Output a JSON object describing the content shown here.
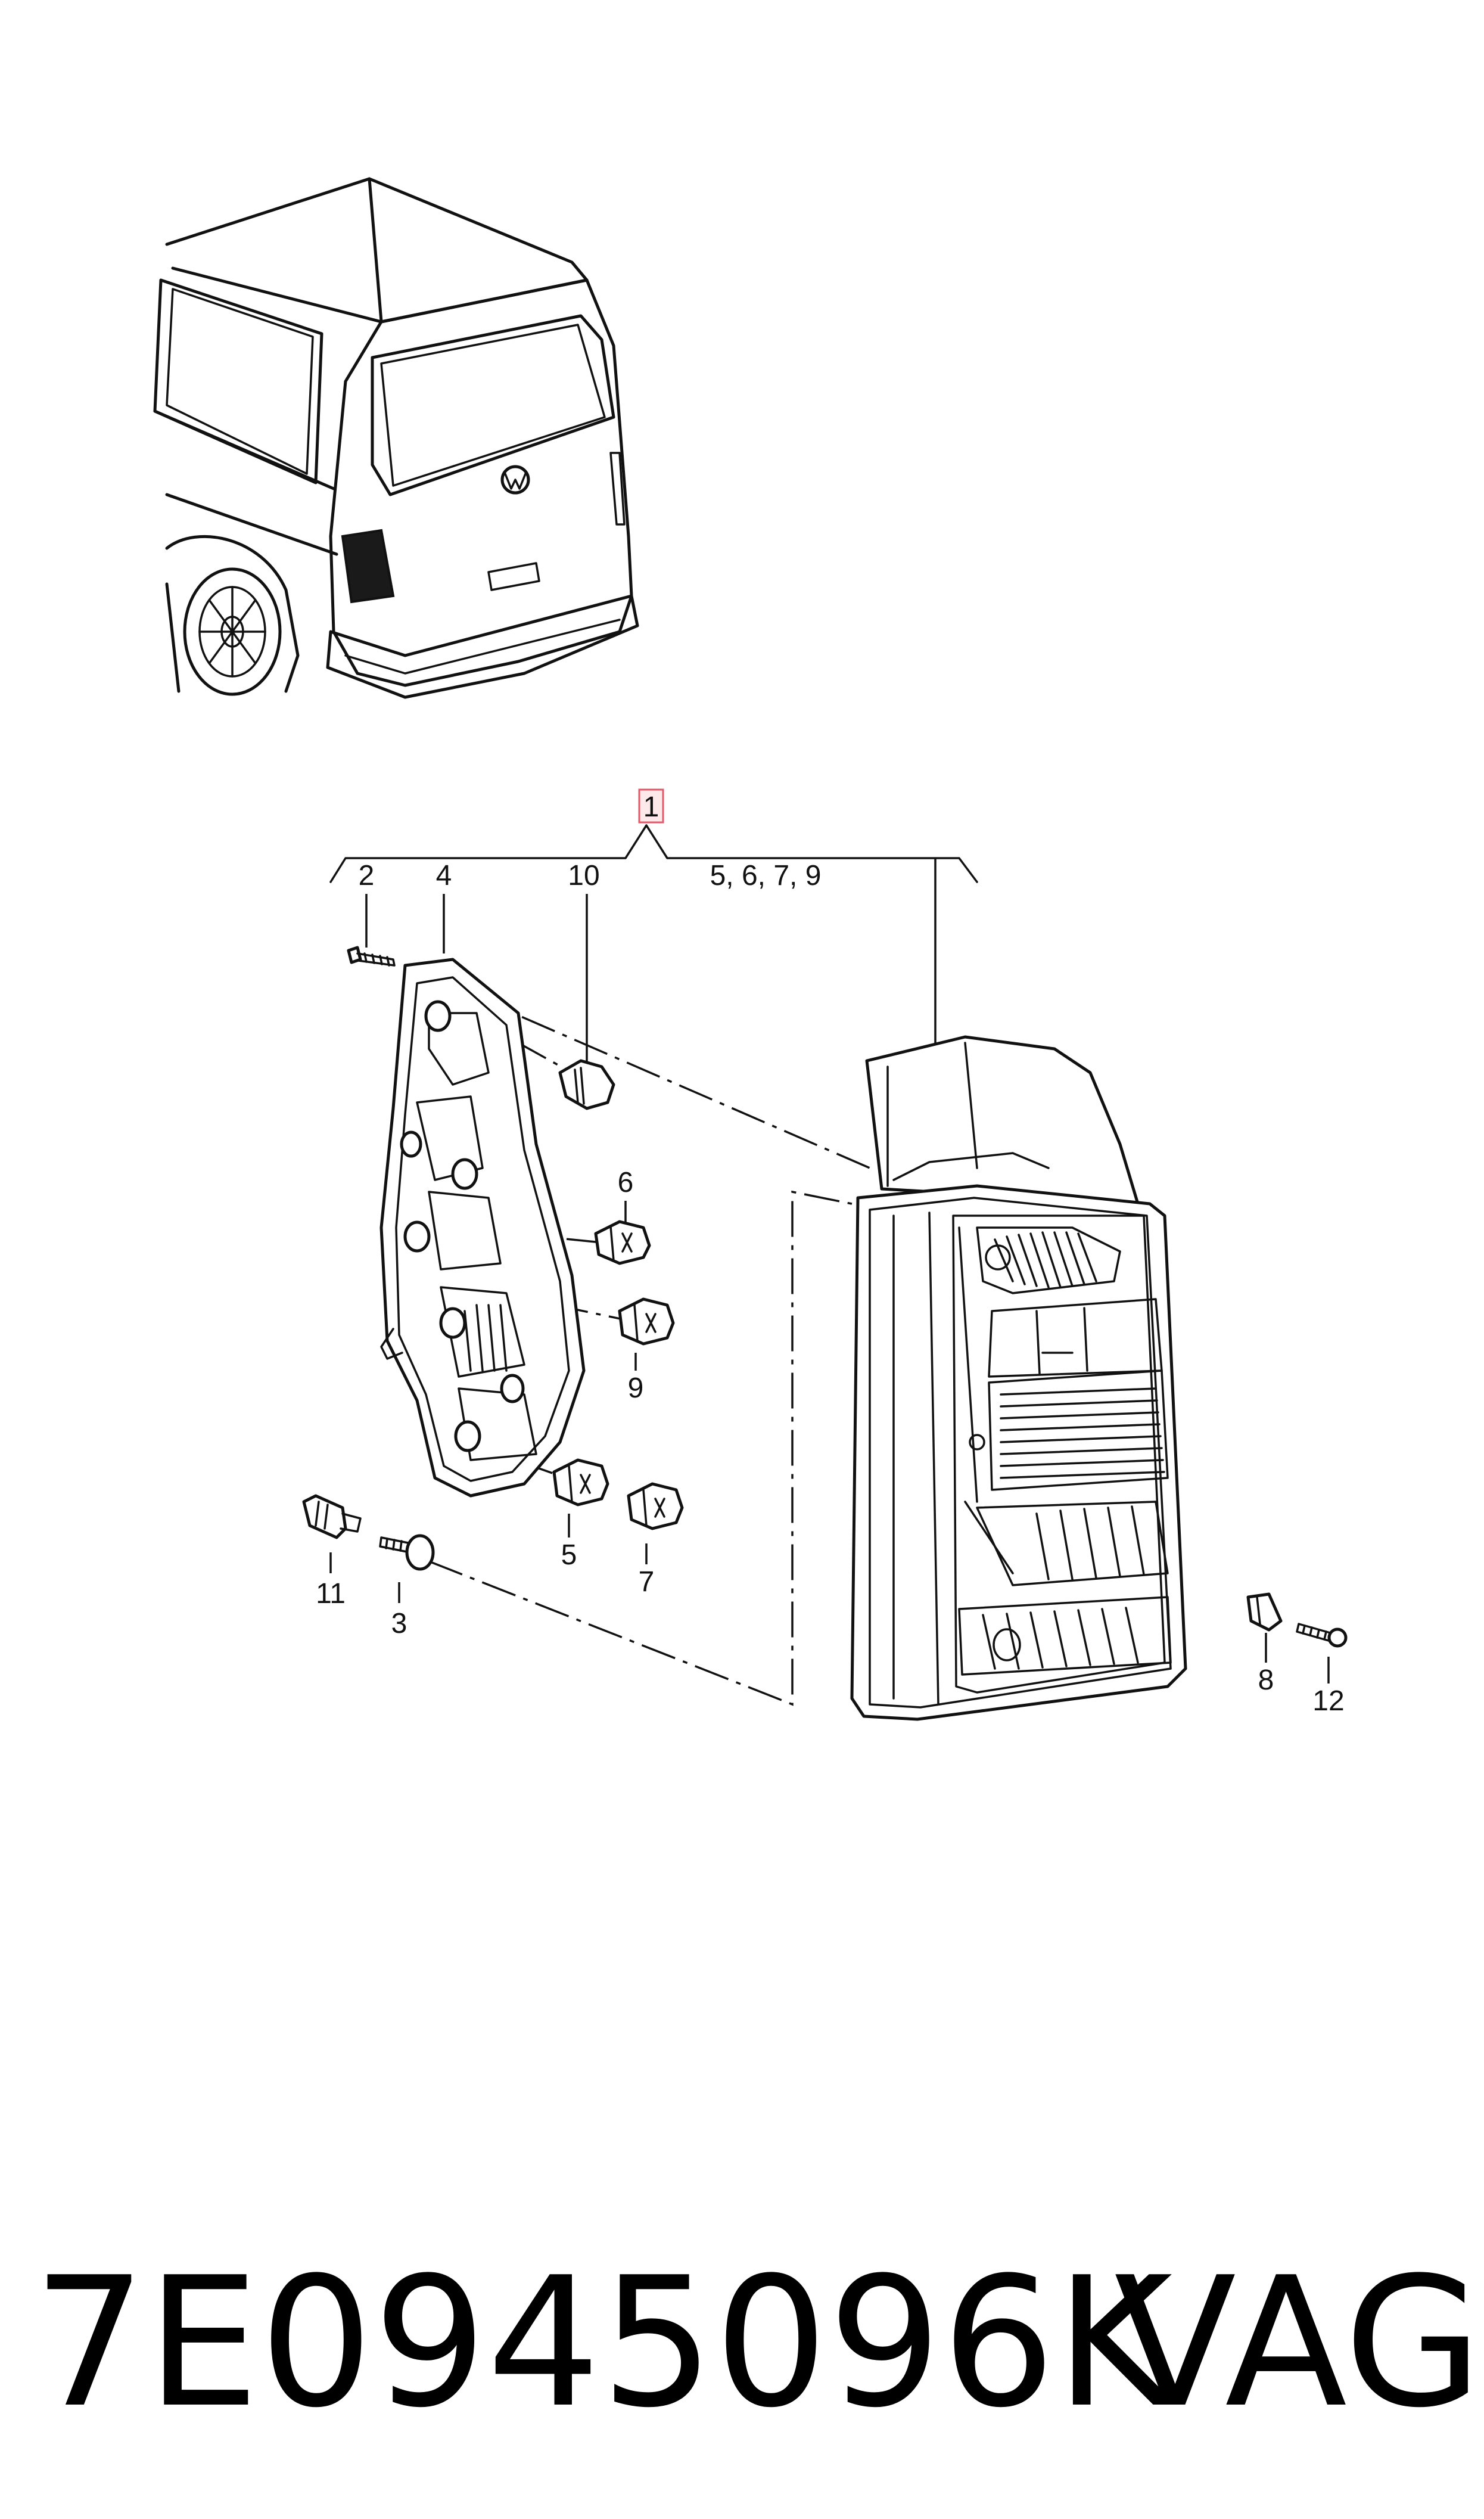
{
  "diagram": {
    "main_callout": "1",
    "callouts": {
      "c2": "2",
      "c4": "4",
      "c10": "10",
      "group": "5, 6, 7, 9",
      "c6": "6",
      "c9": "9",
      "c5": "5",
      "c7": "7",
      "c11": "11",
      "c3": "3",
      "c8": "8",
      "c12": "12"
    }
  },
  "footer": {
    "part_number": "7E0945096K",
    "brand": "VAG"
  },
  "colors": {
    "callout_highlight_border": "#e05a6a",
    "callout_highlight_fill": "#fde8ea",
    "line": "#111111"
  }
}
